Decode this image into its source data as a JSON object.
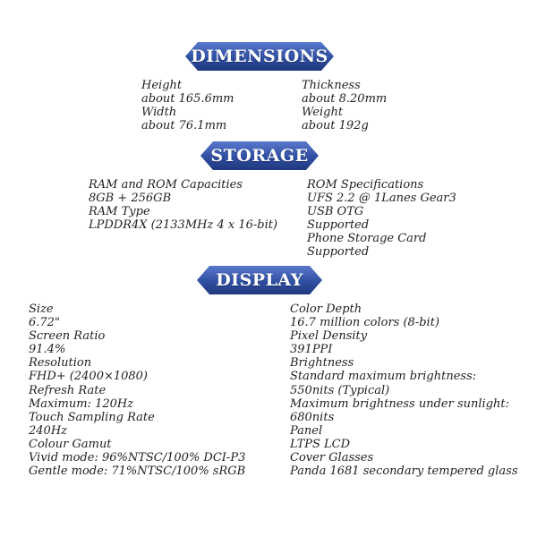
{
  "sections": {
    "dimensions": {
      "title": "DIMENSIONS",
      "left": [
        "Height",
        "about 165.6mm",
        "Width",
        "about 76.1mm"
      ],
      "right": [
        "Thickness",
        "about 8.20mm",
        "Weight",
        "about 192g"
      ]
    },
    "storage": {
      "title": "STORAGE",
      "left": [
        "RAM and ROM Capacities",
        "8GB + 256GB",
        "RAM Type",
        "LPDDR4X (2133MHz 4 x 16-bit)"
      ],
      "right": [
        "ROM Specifications",
        "UFS 2.2 @ 1Lanes Gear3",
        "USB OTG",
        "Supported",
        "Phone Storage Card",
        "Supported"
      ]
    },
    "display": {
      "title": "DISPLAY",
      "left": [
        "Size",
        "6.72\"",
        "Screen Ratio",
        "91.4%",
        "Resolution",
        "FHD+ (2400×1080)",
        "Refresh Rate",
        "Maximum: 120Hz",
        "Touch Sampling Rate",
        "240Hz",
        "Colour Gamut",
        "Vivid mode: 96%NTSC/100% DCI-P3",
        "Gentle mode: 71%NTSC/100% sRGB"
      ],
      "right": [
        "Color Depth",
        "16.7 million colors (8-bit)",
        "Pixel Density",
        "391PPI",
        "Brightness",
        "Standard maximum brightness:",
        "550nits (Typical)",
        "Maximum brightness under sunlight:",
        "680nits",
        "Panel",
        "LTPS LCD",
        "Cover Glasses",
        "Panda 1681 secondary tempered glass"
      ]
    }
  }
}
